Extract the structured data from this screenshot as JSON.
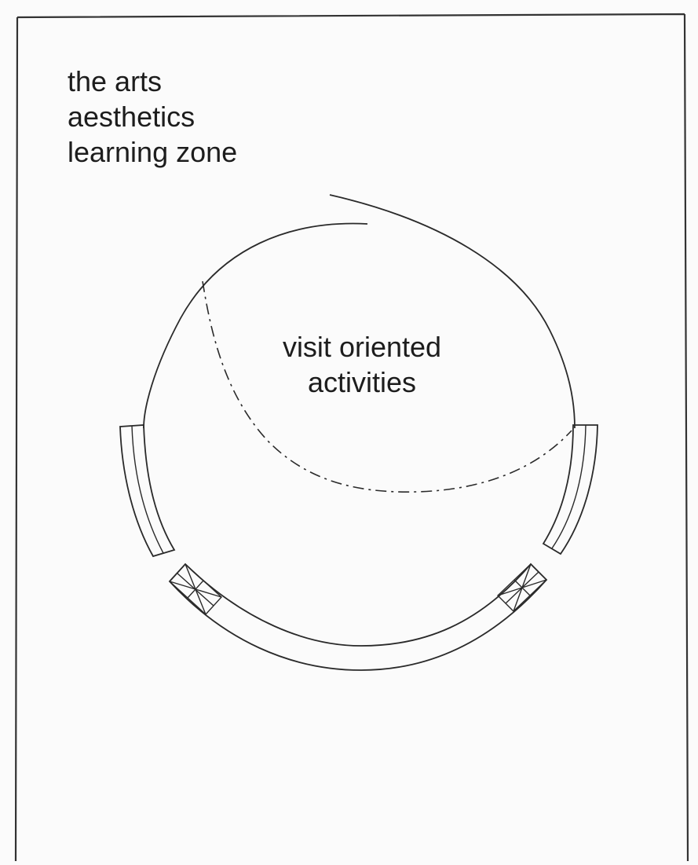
{
  "zone_title": {
    "line1": "the arts",
    "line2": "aesthetics",
    "line3": "learning zone"
  },
  "center_label": {
    "line1": "visit oriented",
    "line2": "activities"
  },
  "colors": {
    "background": "#fbfbfb",
    "ink": "#2a2a2a",
    "frame": "#333333"
  }
}
